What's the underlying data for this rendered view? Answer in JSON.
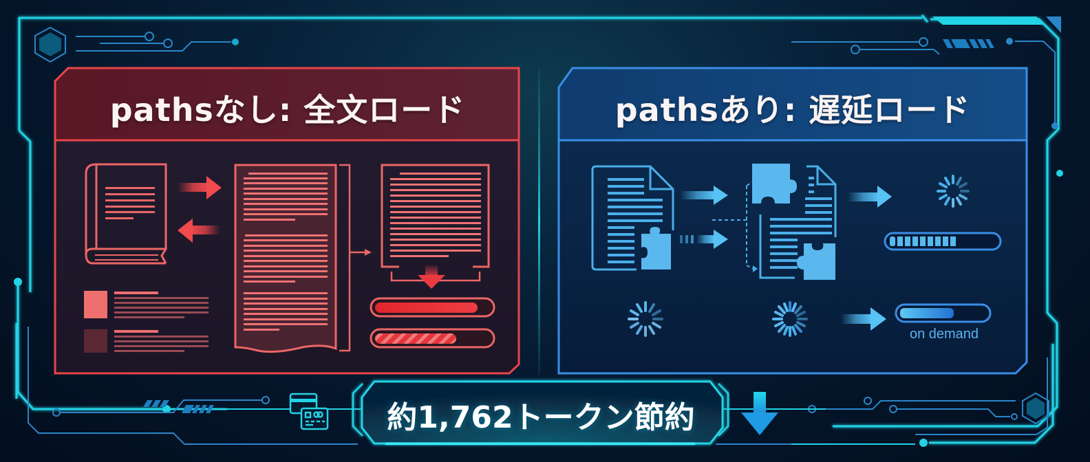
{
  "left_panel": {
    "title": "pathsなし: 全文ロード",
    "accent_color": "#e8454a",
    "header_fill": "#5a1d2a",
    "items": [
      "book-icon",
      "arrow-right-icon",
      "arrow-left-icon",
      "full-document-icon",
      "bracket-icon",
      "content-box-icon",
      "arrow-down-icon",
      "progress-bar-full",
      "progress-bar-striped",
      "list-item-1",
      "list-item-2"
    ]
  },
  "right_panel": {
    "title": "pathsあり: 遅延ロード",
    "accent_color": "#3a8ee6",
    "header_fill": "#0f3f74",
    "items": [
      "document-puzzle-icon",
      "arrow-right-icon",
      "arrow-right-icon",
      "assembled-document-icon",
      "spinner-icon",
      "progress-bar-segmented",
      "spinner-icon",
      "spinner-icon",
      "arrow-right-icon",
      "progress-bar-on-demand"
    ],
    "on_demand_label": "on demand"
  },
  "footer": {
    "savings_label": "約1,762トークン節約",
    "glow_color": "#27e0ee",
    "icons": [
      "credit-card-icon",
      "arrow-down-icon"
    ]
  },
  "frame": {
    "frame_color": "#22d3e6",
    "circuit_color": "#2a86c8"
  }
}
